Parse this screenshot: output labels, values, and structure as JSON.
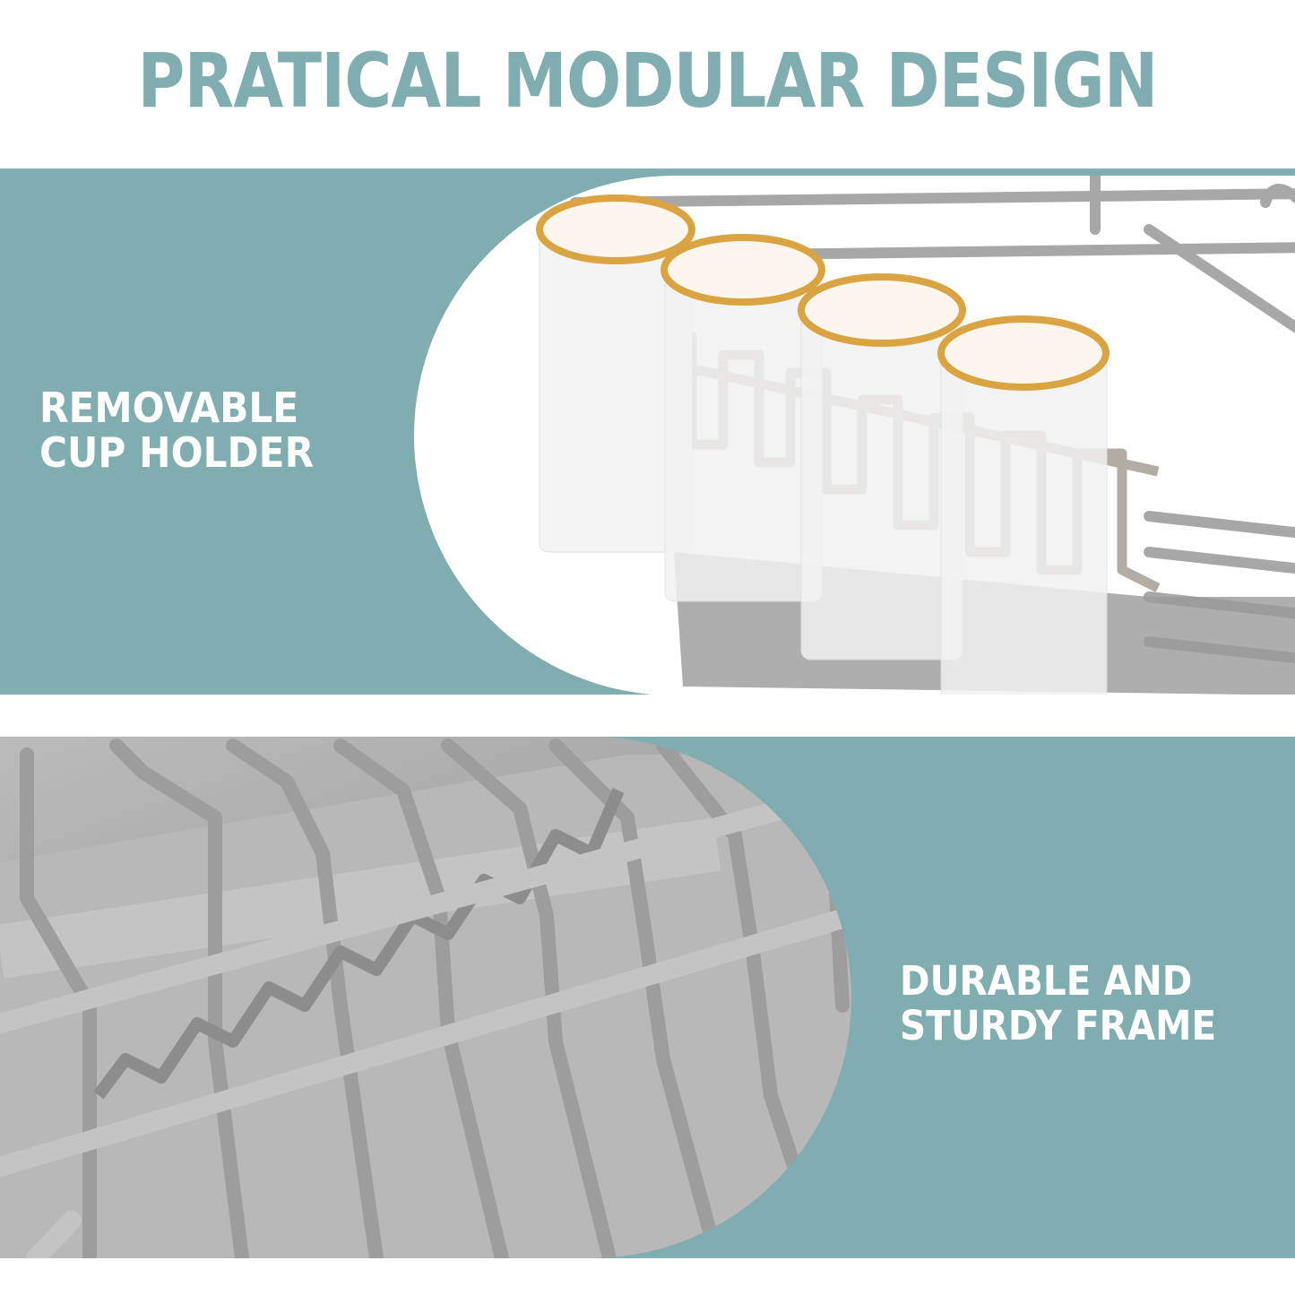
{
  "header": {
    "title": "PRATICAL MODULAR DESIGN"
  },
  "panels": [
    {
      "caption_lines": [
        "REMOVABLE",
        "CUP HOLDER"
      ],
      "image": "dish-rack-cup-holder-with-glasses",
      "photo_side": "right"
    },
    {
      "caption_lines": [
        "DURABLE AND",
        "STURDY FRAME"
      ],
      "image": "dish-rack-wire-frame-closeup",
      "photo_side": "left"
    }
  ],
  "colors": {
    "accent_teal": "#7fadb0",
    "background": "#ffffff",
    "caption_text": "#ffffff",
    "rack_gray": "#a6a6a6",
    "glass_rim_gold": "#d9a441"
  }
}
